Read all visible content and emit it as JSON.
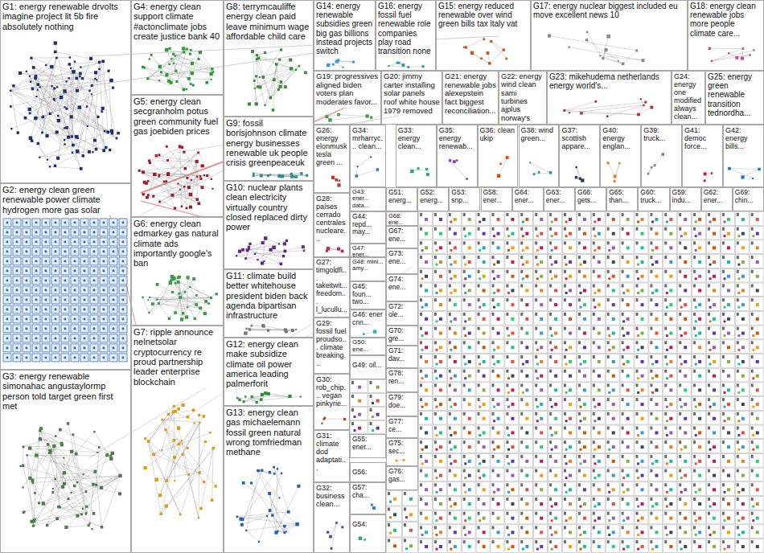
{
  "diagram": {
    "nodes": [
      {
        "text": [
          "G1: energy renewable drvolts imagine project lit 5b fire absolutely nothing"
        ]
      },
      {
        "text": [
          "G2: energy clean green renewable power climate hydrogen more gas solar"
        ]
      },
      {
        "text": [
          "G3: energy renewable simonahac angustaylormp person told target green first met"
        ]
      },
      {
        "text": [
          "G4: energy clean support climate #actonclimate jobs create justice bank 40"
        ]
      },
      {
        "text": [
          "G5: energy clean secgranholm potus green community fuel gas joebiden prices"
        ]
      },
      {
        "text": [
          "G6: energy clean edmarkey gas natural climate ads importantly google's ban"
        ]
      },
      {
        "text": [
          "G7: ripple announce nelnetsolar cryptocurrency re proud partnership leader enterprise blockchain"
        ]
      },
      {
        "text": [
          "G8: terrymcauliffe energy clean paid leave minimum wage affordable child care"
        ]
      },
      {
        "text": [
          "G9: fossil borisjohnson climate energy businesses renewable uk people crisis greenpeaceuk"
        ]
      },
      {
        "text": [
          "G10: nuclear plants clean electricity virtually country closed replaced dirty power"
        ]
      },
      {
        "text": [
          "G11: climate build better whitehouse president biden back agenda bipartisan infrastructure"
        ]
      },
      {
        "text": [
          "G12: energy clean make subsidize climate oil power america leading palmerforit"
        ]
      },
      {
        "text": [
          "G13: energy clean gas michaelemann fossil green natural wrong tomfriedman methane"
        ]
      },
      {
        "text": [
          "G14: energy renewable subsidies green big gas billions instead projects switch"
        ]
      },
      {
        "text": [
          "G16: energy fossil fuel renewable role companies play road transition none"
        ]
      },
      {
        "text": [
          "G15: energy reduced renewable over wind green bills tax italy vat"
        ]
      },
      {
        "text": [
          "G17: energy nuclear biggest included eu move excellent news 10"
        ]
      },
      {
        "text": [
          "G18: energy clean renewable jobs more people climate care..."
        ]
      },
      {
        "text": [
          "G19: progressives aligned biden voters plan moderates favor..."
        ]
      },
      {
        "text": [
          "G20: jimmy carter installing solar panels roof white house 1979 removed"
        ]
      },
      {
        "text": [
          "G21: energy renewable jobs alexepstein fact biggest reconciliation..."
        ]
      },
      {
        "text": [
          "G22: energy wind clean sami turbines ajplus norway's"
        ]
      },
      {
        "text": [
          "G23: mikehudema netherlands energy world's..."
        ]
      },
      {
        "text": [
          "G24: energy one modified always clean..."
        ]
      },
      {
        "text": [
          "G25: energy green renewable transition tednordha..."
        ]
      },
      {
        "text": [
          "G26: energy elonmusk tesla green ..."
        ]
      },
      {
        "text": [
          "G34: mrharryc... clean..."
        ]
      },
      {
        "text": [
          "G33: energy clean..."
        ]
      },
      {
        "text": [
          "G35: energy renewab..."
        ]
      },
      {
        "text": [
          "G36: clean ukip"
        ]
      },
      {
        "text": [
          "G38: wind green..."
        ]
      },
      {
        "text": [
          "G37: scottish appare..."
        ]
      },
      {
        "text": [
          "G40: energy englan..."
        ]
      },
      {
        "text": [
          "G39: truck..."
        ]
      },
      {
        "text": [
          "G41: democ force..."
        ]
      },
      {
        "text": [
          "G42: energy bills..."
        ]
      },
      {
        "text": [
          "G28: países cerrado centrales nucleare..."
        ]
      },
      {
        "text": [
          "G27: timgoldfi... takeitwit... freedom... l_lucullu..."
        ]
      },
      {
        "text": [
          "G29: fossil fuel proudso... climate breaking..."
        ]
      },
      {
        "text": [
          "G30: rob_chip... vegan pinkyrie..."
        ]
      },
      {
        "text": [
          "G31: climate dod adaptati..."
        ]
      },
      {
        "text": [
          "G32: business clean..."
        ]
      },
      {
        "text": [
          "G43: ener... data..."
        ]
      },
      {
        "text": [
          "G44: repd... may..."
        ]
      },
      {
        "text": [
          "G47: ener..."
        ]
      },
      {
        "text": [
          "G48: mini... amy..."
        ]
      },
      {
        "text": [
          "G45: foun... two..."
        ]
      },
      {
        "text": [
          "G46: ener cnn..."
        ]
      },
      {
        "text": [
          "G50: ene..."
        ]
      },
      {
        "text": [
          "G49: oil..."
        ]
      },
      {
        "text": [
          "G55: ener..."
        ]
      },
      {
        "text": [
          "G56:"
        ]
      },
      {
        "text": [
          "G57: cha..."
        ]
      },
      {
        "text": [
          "G54:"
        ]
      },
      {
        "text": [
          "G51: energ..."
        ]
      },
      {
        "text": [
          "G52: energ..."
        ]
      },
      {
        "text": [
          "G53: snp..."
        ]
      },
      {
        "text": [
          "G58: ener..."
        ]
      },
      {
        "text": [
          "G64: ener..."
        ]
      },
      {
        "text": [
          "G63: ener..."
        ]
      },
      {
        "text": [
          "G66: gets..."
        ]
      },
      {
        "text": [
          "G65: than..."
        ]
      },
      {
        "text": [
          "G60: truck..."
        ]
      },
      {
        "text": [
          "G59: indu..."
        ]
      },
      {
        "text": [
          "G62: ener..."
        ]
      },
      {
        "text": [
          "G69: chin..."
        ]
      },
      {
        "text": [
          "G68: ene..."
        ]
      },
      {
        "text": [
          "G67: ene..."
        ]
      },
      {
        "text": [
          "G73: ene..."
        ]
      },
      {
        "text": [
          "G74: ene..."
        ]
      },
      {
        "text": [
          "G72: ole..."
        ]
      },
      {
        "text": [
          "G70: gre..."
        ]
      },
      {
        "text": [
          "G71: dav..."
        ]
      },
      {
        "text": [
          "G78: ren..."
        ]
      },
      {
        "text": [
          "G79: doe..."
        ]
      },
      {
        "text": [
          "G77: ce..."
        ]
      },
      {
        "text": [
          "G75: sec..."
        ]
      },
      {
        "text": [
          "G76: gas..."
        ]
      }
    ]
  }
}
